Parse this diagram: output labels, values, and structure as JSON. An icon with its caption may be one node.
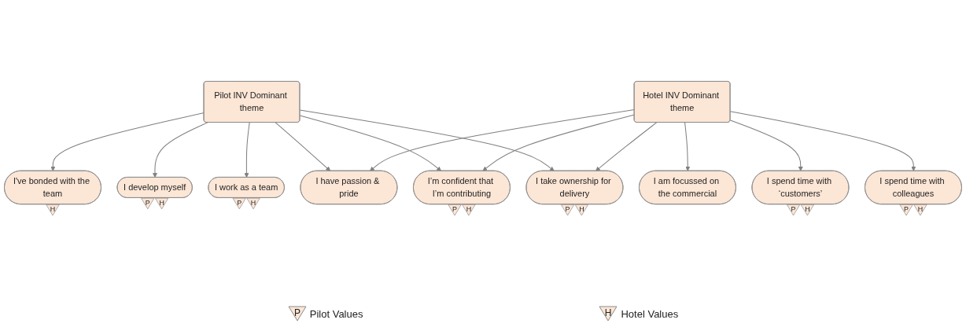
{
  "diagram": {
    "nodes": [
      {
        "text": [
          "I've bonded with the team"
        ],
        "beside": [
          "H"
        ]
      },
      {
        "text": [
          "I develop myself"
        ],
        "beside": [
          "P",
          "H"
        ]
      },
      {
        "text": [
          "I work as a team"
        ],
        "beside": [
          "P",
          "H"
        ]
      },
      {
        "text": [
          "Pilot INV Dominant theme"
        ]
      },
      {
        "text": [
          "I have passion & pride"
        ]
      },
      {
        "text": [
          "I’m confident that I’m contributing"
        ],
        "beside": [
          "P",
          "H"
        ]
      },
      {
        "text": [
          "I take ownership for delivery"
        ],
        "beside": [
          "P",
          "H"
        ]
      },
      {
        "text": [
          "Hotel INV Dominant theme"
        ]
      },
      {
        "text": [
          "I am focussed on the commercial"
        ]
      },
      {
        "text": [
          "I spend time with ‘customers’"
        ],
        "beside": [
          "P",
          "H"
        ]
      },
      {
        "text": [
          "I spend time with colleagues"
        ],
        "beside": [
          "P",
          "H"
        ]
      }
    ],
    "edges": [
      {
        "from": 3,
        "to": 0,
        "arrow": "to"
      },
      {
        "from": 3,
        "to": 1,
        "arrow": "to"
      },
      {
        "from": 3,
        "to": 2,
        "arrow": "to"
      },
      {
        "from": 3,
        "to": 4,
        "arrow": "to"
      },
      {
        "from": 3,
        "to": 5,
        "arrow": "to"
      },
      {
        "from": 3,
        "to": 6,
        "arrow": "to"
      },
      {
        "from": 7,
        "to": 4,
        "arrow": "to"
      },
      {
        "from": 7,
        "to": 5,
        "arrow": "to"
      },
      {
        "from": 7,
        "to": 6,
        "arrow": "to"
      },
      {
        "from": 7,
        "to": 8,
        "arrow": "to"
      },
      {
        "from": 7,
        "to": 9,
        "arrow": "to"
      },
      {
        "from": 7,
        "to": 10,
        "arrow": "to"
      }
    ],
    "labels": [
      "P",
      "H"
    ],
    "legend": [
      {
        "text": "Pilot Values"
      },
      {
        "text": "Hotel Values"
      }
    ]
  }
}
